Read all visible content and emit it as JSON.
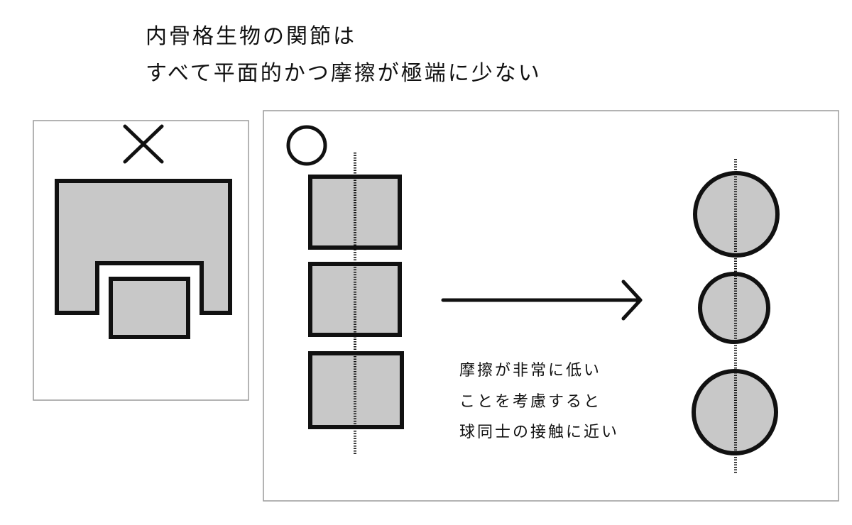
{
  "heading": {
    "line1": "内骨格生物の関節は",
    "line2": "すべて平面的かつ摩擦が極端に少ない"
  },
  "left_panel": {
    "mark": "×",
    "mark_meaning": "incorrect"
  },
  "right_panel": {
    "mark": "○",
    "mark_meaning": "correct",
    "caption": [
      "摩擦が非常に低い",
      "ことを考慮すると",
      "球同士の接触に近い"
    ]
  },
  "colors": {
    "block_fill": "#c8c8c8",
    "stroke": "#111111",
    "panel_border": "#9a9a9a",
    "background": "#ffffff"
  }
}
